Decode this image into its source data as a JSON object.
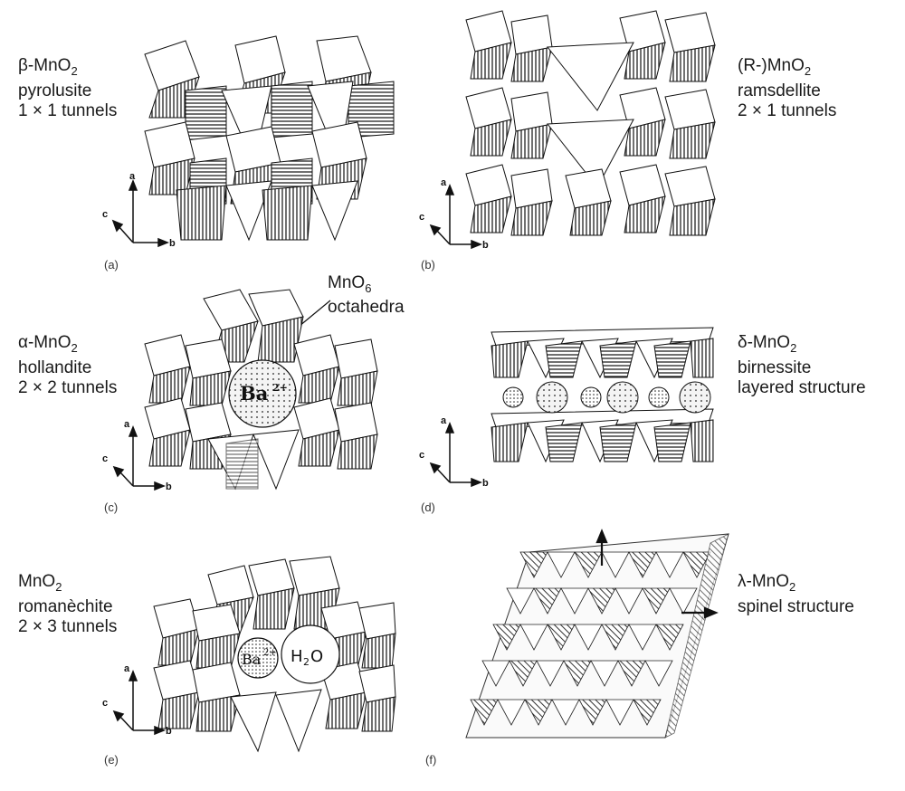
{
  "panels": [
    {
      "letter": "(a)",
      "name_prefix": "β-MnO",
      "subscript": "2",
      "line2": "pyrolusite",
      "line3": "1 × 1 tunnels"
    },
    {
      "letter": "(b)",
      "name_prefix": "(R-)MnO",
      "subscript": "2",
      "line2": "ramsdellite",
      "line3": "2 × 1 tunnels"
    },
    {
      "letter": "(c)",
      "name_prefix": "α-MnO",
      "subscript": "2",
      "line2": "hollandite",
      "line3": "2 × 2 tunnels"
    },
    {
      "letter": "(d)",
      "name_prefix": "δ-MnO",
      "subscript": "2",
      "line2": "birnessite",
      "line3": "layered structure"
    },
    {
      "letter": "(e)",
      "name_prefix": "MnO",
      "subscript": "2",
      "line2": "romanèchite",
      "line3": "2 × 3 tunnels"
    },
    {
      "letter": "(f)",
      "name_prefix": "λ-MnO",
      "subscript": "2",
      "line2": "spinel structure",
      "line3": ""
    }
  ],
  "callout": {
    "line1_prefix": "MnO",
    "line1_sub": "6",
    "line2": "octahedra"
  },
  "axes": {
    "a": "a",
    "b": "b",
    "c": "c"
  },
  "ions": {
    "ba_c": "Ba",
    "ba_c_charge": "2+",
    "ba_e": "Ba",
    "ba_e_charge": "2+",
    "water_e": "H",
    "water_e_sub": "2",
    "water_e_suffix": "O"
  }
}
